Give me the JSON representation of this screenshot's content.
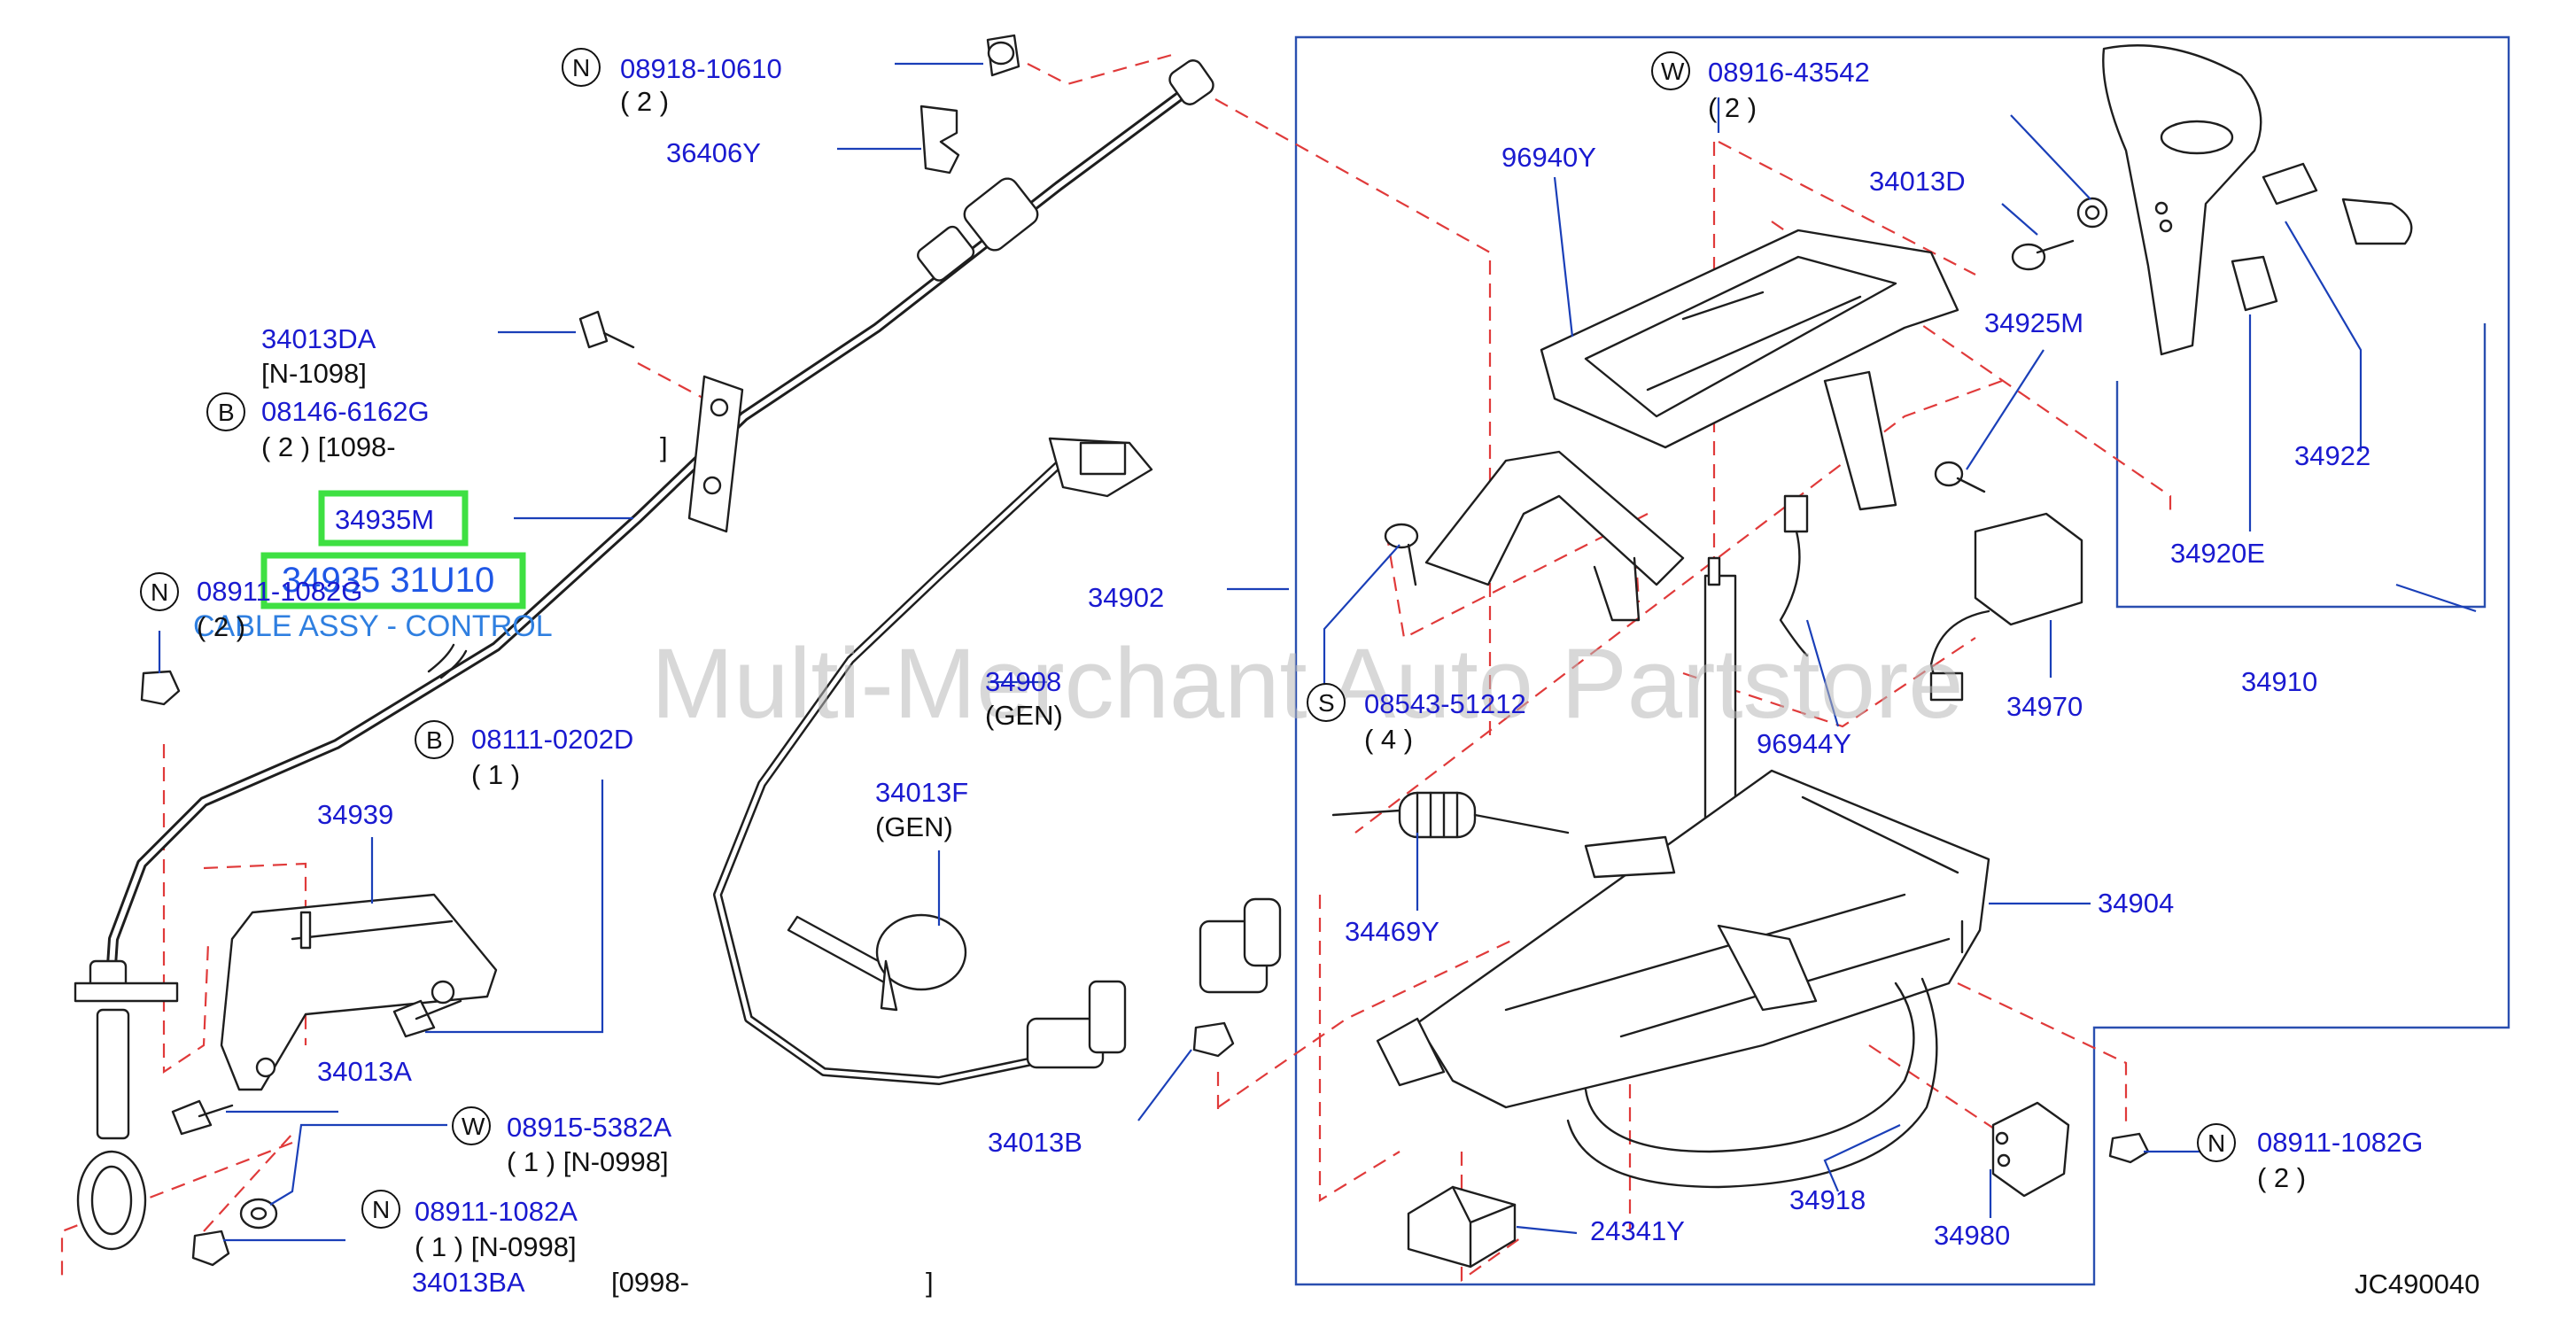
{
  "watermark": "Multi-Merchant Auto Partstore",
  "diagram_code": "JC490040",
  "highlight": {
    "part_number": "34935M",
    "subpart": "34935 31U10",
    "description": "CABLE ASSY - CONTROL"
  },
  "labels": {
    "p_08918_10610": "08918-10610",
    "q_08918_10610": "( 2 )",
    "p_36406Y": "36406Y",
    "p_34013DA": "34013DA",
    "n_34013DA": "[N-1098]",
    "p_08146": "08146-6162G",
    "q_08146": "( 2 )  [1098-",
    "q_08146_end": "]",
    "p_08911_1082G_left": "08911-1082G",
    "q_08911_1082G_left": "( 2 )",
    "p_34908": "34908",
    "q_34908": "(GEN)",
    "p_08111": "08111-0202D",
    "q_08111": "( 1 )",
    "p_34939": "34939",
    "p_34013F": "34013F",
    "q_34013F": "(GEN)",
    "p_34013A": "34013A",
    "p_08915": "08915-5382A",
    "q_08915": "( 1 )    [N-0998]",
    "p_08911_1082A": "08911-1082A",
    "q_08911_1082A": "( 1 )    [N-0998]",
    "p_34013BA": "34013BA",
    "q_34013BA": "[0998-",
    "q_34013BA_end": "]",
    "p_34013B": "34013B",
    "p_34902": "34902",
    "p_96940Y": "96940Y",
    "p_08916": "08916-43542",
    "q_08916": "( 2 )",
    "p_34013D": "34013D",
    "p_34925M": "34925M",
    "p_34922": "34922",
    "p_34920E": "34920E",
    "p_34910": "34910",
    "p_34970": "34970",
    "p_08543": "08543-51212",
    "q_08543": "( 4 )",
    "p_96944Y": "96944Y",
    "p_34904": "34904",
    "p_34469Y": "34469Y",
    "p_08911_1082G_right": "08911-1082G",
    "q_08911_1082G_right": "( 2 )",
    "p_34918": "34918",
    "p_24341Y": "24341Y",
    "p_34980": "34980"
  },
  "circle_letters": {
    "n1": "N",
    "w1": "W",
    "b1": "B",
    "n2": "N",
    "b2": "B",
    "w2": "W",
    "n3": "N",
    "s1": "S",
    "n4": "N"
  },
  "colors": {
    "label": "#1a1ad0",
    "leader": "#1a3fb8",
    "dashed": "#e03a3a",
    "highlight": "#3ee042"
  }
}
